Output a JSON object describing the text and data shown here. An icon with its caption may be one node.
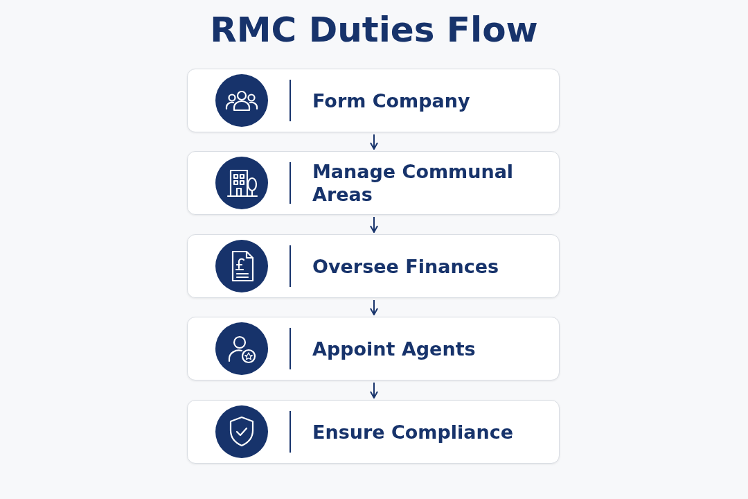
{
  "diagram": {
    "title": "RMC Duties Flow",
    "nodes": [
      {
        "text": [
          "Form Company"
        ]
      },
      {
        "text": [
          "Manage Communal Areas"
        ]
      },
      {
        "text": [
          "Oversee Finances"
        ]
      },
      {
        "text": [
          "Appoint Agents"
        ]
      },
      {
        "text": [
          "Ensure Compliance"
        ]
      }
    ],
    "edges": [
      {
        "from": 0,
        "to": 1,
        "arrow": "to"
      },
      {
        "from": 1,
        "to": 2,
        "arrow": "to"
      },
      {
        "from": 2,
        "to": 3,
        "arrow": "to"
      },
      {
        "from": 3,
        "to": 4,
        "arrow": "to"
      }
    ]
  }
}
